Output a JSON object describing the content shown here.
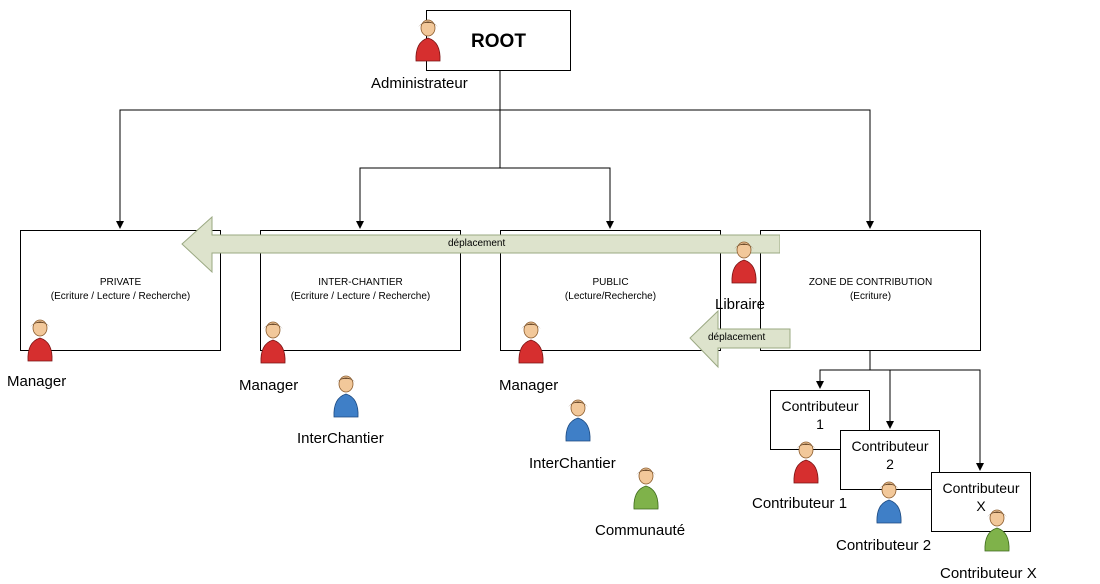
{
  "root": {
    "title": "ROOT"
  },
  "boxes": {
    "private": {
      "title": "PRIVATE",
      "subtitle": "(Ecriture / Lecture / Recherche)"
    },
    "inter_chantier": {
      "title": "INTER-CHANTIER",
      "subtitle": "(Ecriture / Lecture / Recherche)"
    },
    "public": {
      "title": "PUBLIC",
      "subtitle": "(Lecture/Recherche)"
    },
    "zone_contribution": {
      "title": "ZONE DE CONTRIBUTION",
      "subtitle": "(Ecriture)"
    }
  },
  "contrib_boxes": {
    "c1": {
      "line1": "Contributeur",
      "line2": "1"
    },
    "c2": {
      "line1": "Contributeur",
      "line2": "2"
    },
    "cx": {
      "line1": "Contributeur",
      "line2": "X"
    }
  },
  "arrows": {
    "deplacement_top": "déplacement",
    "deplacement_bottom": "déplacement"
  },
  "people": {
    "administrateur": "Administrateur",
    "manager_private": "Manager",
    "manager_inter": "Manager",
    "interchantier_inter": "InterChantier",
    "manager_public": "Manager",
    "interchantier_public": "InterChantier",
    "communaute": "Communauté",
    "libraire": "Libraire",
    "contributeur1": "Contributeur 1",
    "contributeur2": "Contributeur 2",
    "contributeurx": "Contributeur X"
  },
  "colors": {
    "red_person": "#d62f2f",
    "blue_person": "#3f7fc7",
    "green_person": "#7fb24a",
    "arrow_fill": "#dde3cc",
    "arrow_stroke": "#9aa882"
  },
  "icons": {
    "person": "person-icon"
  }
}
